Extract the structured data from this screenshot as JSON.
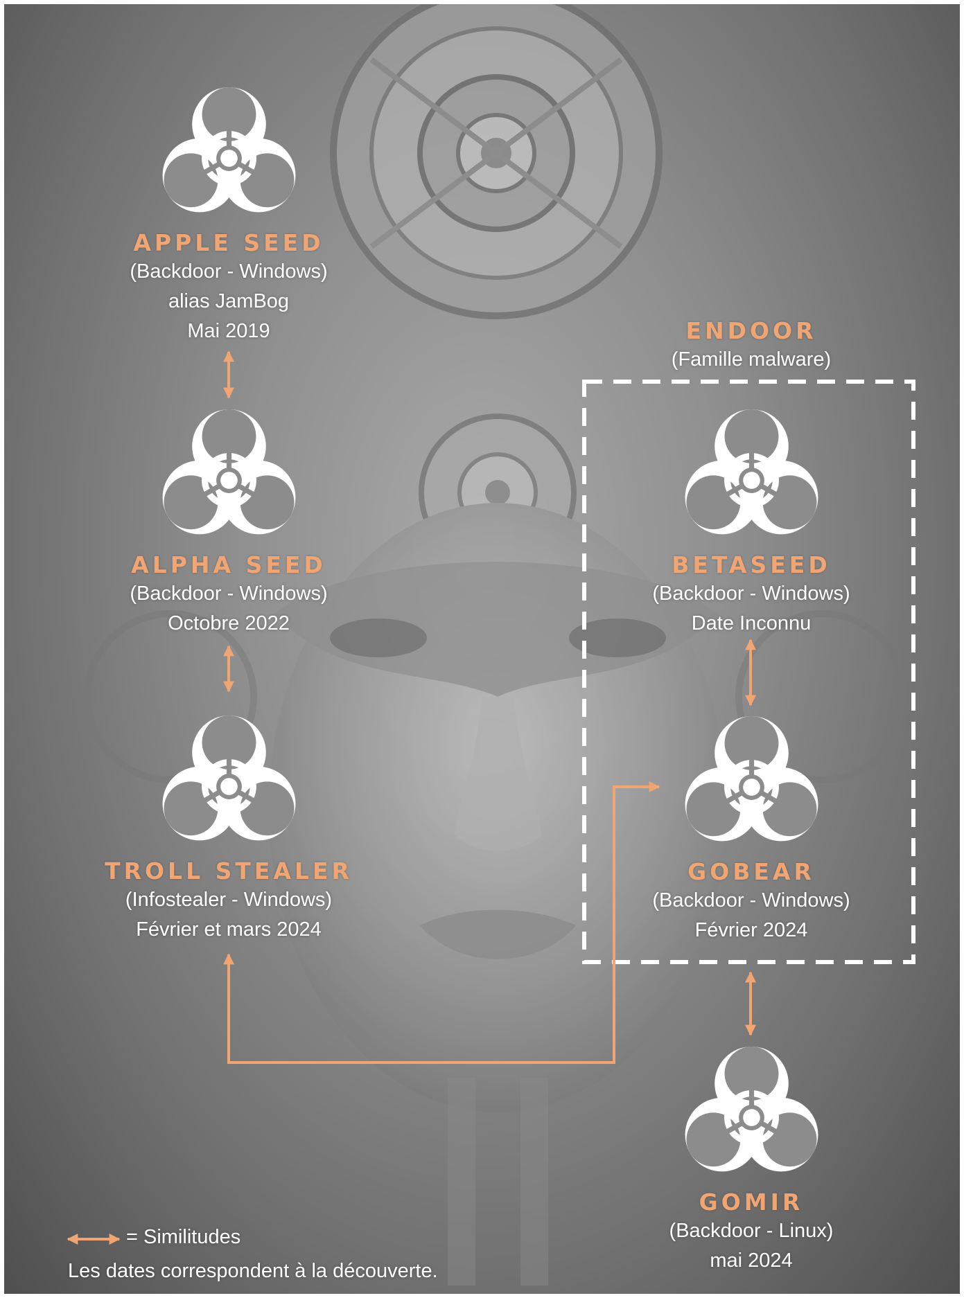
{
  "colors": {
    "accent": "#f0a572",
    "text": "#ffffff",
    "group_border": "#ffffff"
  },
  "icon": "biohazard-icon",
  "nodes": {
    "appleseed": {
      "name": "Apple Seed",
      "type": "(Backdoor - Windows)",
      "alias": "alias JamBog",
      "date": "Mai 2019"
    },
    "alphaseed": {
      "name": "Alpha Seed",
      "type": "(Backdoor - Windows)",
      "date": "Octobre 2022"
    },
    "trollstealer": {
      "name": "Troll Stealer",
      "type": "(Infostealer - Windows)",
      "date": "Février et mars 2024"
    },
    "betaseed": {
      "name": "BetaSeed",
      "type": "(Backdoor - Windows)",
      "date": "Date Inconnu"
    },
    "gobear": {
      "name": "GoBear",
      "type": "(Backdoor - Windows)",
      "date": "Février 2024"
    },
    "gomir": {
      "name": "Gomir",
      "type": "(Backdoor - Linux)",
      "date": "mai 2024"
    }
  },
  "group": {
    "name": "Endoor",
    "subtitle": "(Famille malware)"
  },
  "legend": {
    "similarity": "= Similitudes",
    "note": "Les dates correspondent à la découverte."
  }
}
